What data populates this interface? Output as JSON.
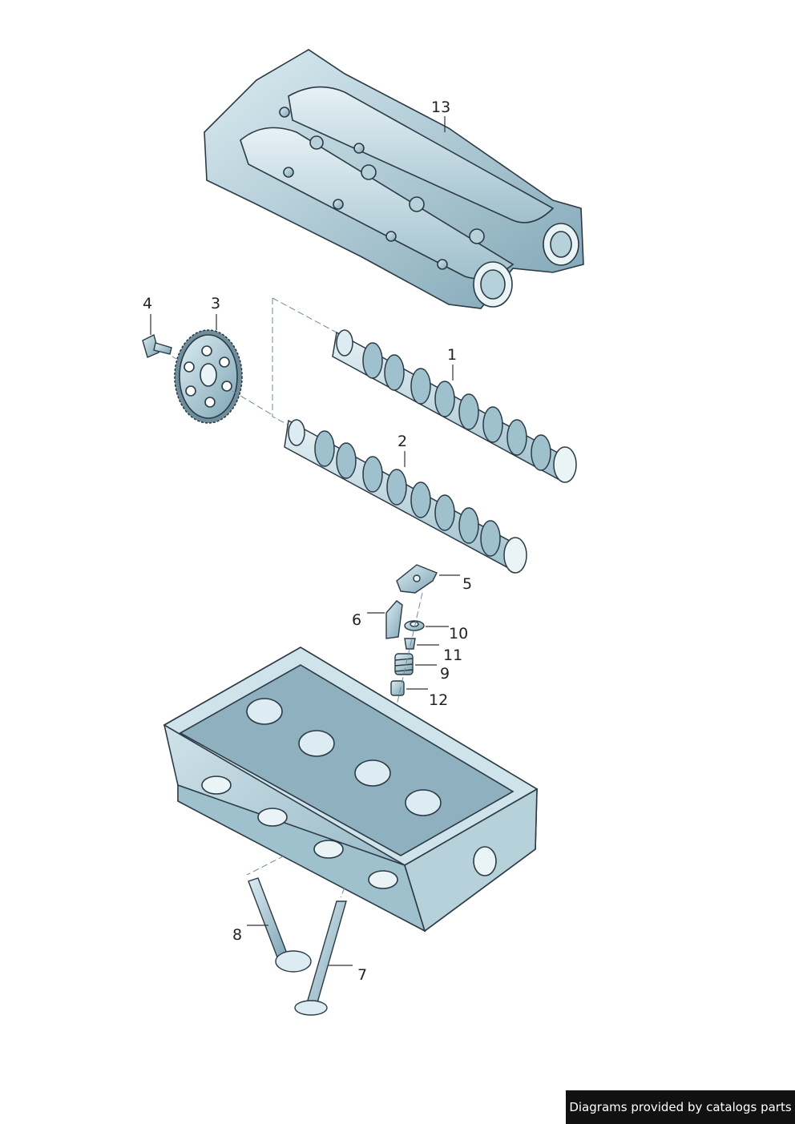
{
  "callouts": [
    {
      "id": "13",
      "text": "13"
    },
    {
      "id": "4",
      "text": "4"
    },
    {
      "id": "3",
      "text": "3"
    },
    {
      "id": "1",
      "text": "1"
    },
    {
      "id": "2",
      "text": "2"
    },
    {
      "id": "5",
      "text": "5"
    },
    {
      "id": "6",
      "text": "6"
    },
    {
      "id": "10",
      "text": "10"
    },
    {
      "id": "11",
      "text": "11"
    },
    {
      "id": "9",
      "text": "9"
    },
    {
      "id": "12",
      "text": "12"
    },
    {
      "id": "8",
      "text": "8"
    },
    {
      "id": "7",
      "text": "7"
    }
  ],
  "credit": "Diagrams provided by catalogs parts",
  "colors": {
    "part_fill": "#cfe3ea",
    "part_dark": "#7fa5b5",
    "outline": "#2b3a44",
    "leader": "#333333"
  }
}
